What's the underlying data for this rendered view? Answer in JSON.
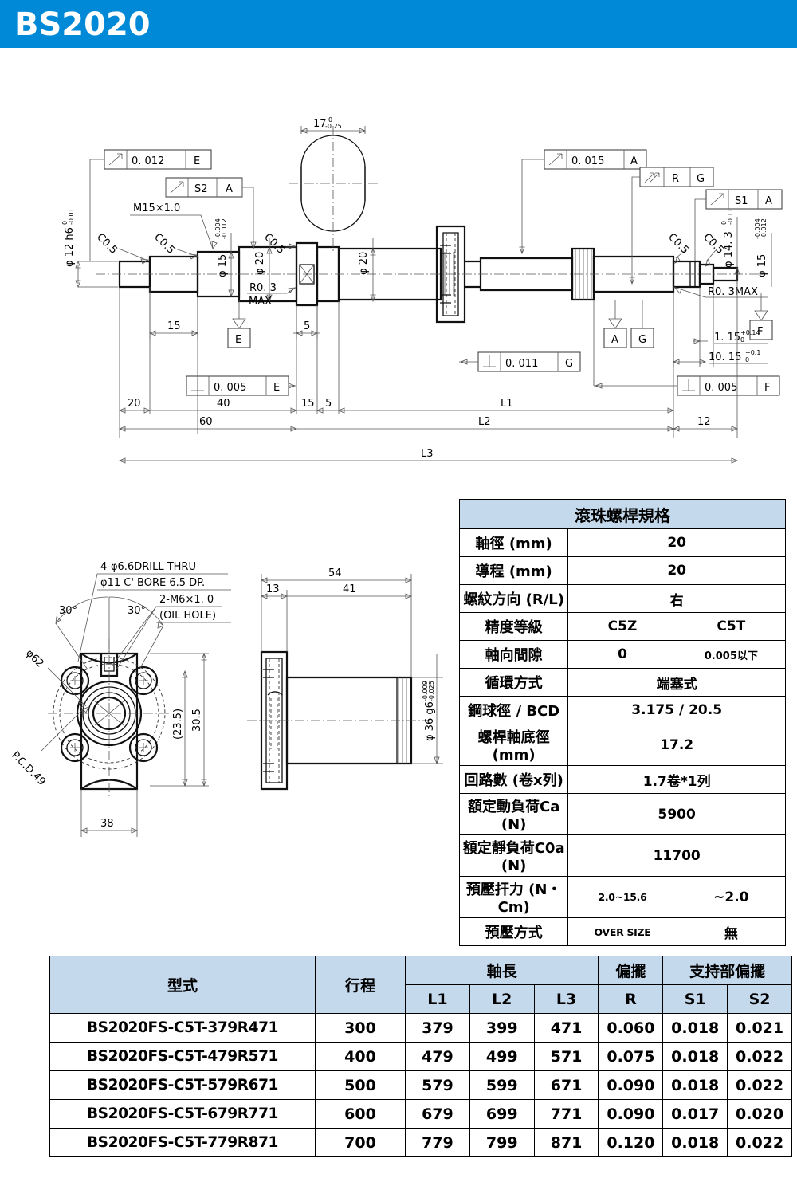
{
  "header": {
    "title": "BS2020",
    "bar_color": "#0089D6"
  },
  "drawing": {
    "top_dims": {
      "width_17": "17",
      "width_17_tol_upper": "0",
      "width_17_tol_lower": "-0.25",
      "phi12": "φ 12 h6",
      "phi12_tol_upper": "0",
      "phi12_tol_lower": "-0.011",
      "thread_m15": "M15×1.0",
      "phi15_left": "φ 15",
      "phi15_left_tol_upper": "-0.004",
      "phi15_left_tol_lower": "-0.012",
      "phi20_a": "φ 20",
      "phi20_b": "φ 20",
      "phi14_3": "φ 14. 3",
      "phi14_3_tol_upper": "0",
      "phi14_3_tol_lower": "-0.11",
      "phi15_right": "φ 15",
      "phi15_right_tol_upper": "-0.004",
      "phi15_right_tol_lower": "-0.012",
      "chamfer": "C0.5"
    },
    "gdt_frames": [
      {
        "id": "frame-s2-a",
        "symbol": "runout-single",
        "value": "S2",
        "datum": "A"
      },
      {
        "id": "frame-0012-e",
        "symbol": "runout-single",
        "value": "0. 012",
        "datum": "E"
      },
      {
        "id": "frame-0015-a",
        "symbol": "runout-single",
        "value": "0. 015",
        "datum": "A"
      },
      {
        "id": "frame-r-g",
        "symbol": "runout-total",
        "value": "R",
        "datum": "G"
      },
      {
        "id": "frame-s1-a",
        "symbol": "runout-single",
        "value": "S1",
        "datum": "A"
      },
      {
        "id": "frame-0011-g",
        "symbol": "perpendicular",
        "value": "0. 011",
        "datum": "G"
      },
      {
        "id": "frame-0005-e",
        "symbol": "perpendicular",
        "value": "0. 005",
        "datum": "E"
      },
      {
        "id": "frame-0005-f",
        "symbol": "perpendicular",
        "value": "0. 005",
        "datum": "F"
      }
    ],
    "datum_boxes": [
      "E",
      "A",
      "G",
      "F"
    ],
    "notes": {
      "r03max_left_l1": "R0. 3",
      "r03max_left_l2": "MAX",
      "r03max_right": "R0. 3MAX"
    },
    "linear_dims": {
      "d15": "15",
      "d5": "5",
      "d20": "20",
      "d40": "40",
      "d15b": "15",
      "d5b": "5",
      "d60": "60",
      "d12": "12",
      "L1": "L1",
      "L2": "L2",
      "L3": "L3",
      "right_115": "1. 15",
      "right_115_tol_upper": "+0.14",
      "right_115_tol_lower": "0",
      "right_1015": "10. 15",
      "right_1015_tol_upper": "+0.1",
      "right_1015_tol_lower": "0"
    }
  },
  "flange_view": {
    "drill_note_line1": "4-φ6.6DRILL  THRU",
    "drill_note_line2": "φ11  C' BORE  6.5  DP.",
    "oil_note_line1": "2-M6×1. 0",
    "oil_note_line2": "(OIL  HOLE)",
    "angle_left": "30°",
    "angle_right": "30°",
    "phi62": "φ62",
    "pcd": "P.C.D.49",
    "width_38": "38",
    "height_305": "30.5",
    "height_235": "(23.5)",
    "nut_total_54": "54",
    "nut_13": "13",
    "nut_41": "41",
    "phi36": "φ 36 g6",
    "phi36_tol_upper": "-0.009",
    "phi36_tol_lower": "-0.025"
  },
  "spec_table": {
    "title": "滾珠螺桿規格",
    "header_fill": "#C5D9ED",
    "rows": [
      {
        "label": "軸徑 (mm)",
        "value": "20",
        "span": true
      },
      {
        "label": "導程 (mm)",
        "value": "20",
        "span": true
      },
      {
        "label": "螺紋方向 (R/L)",
        "value": "右",
        "span": true
      },
      {
        "label": "精度等級",
        "value": "C5Z",
        "value2": "C5T",
        "span": false
      },
      {
        "label": "軸向間隙",
        "value": "0",
        "value2": "0.005以下",
        "span": false
      },
      {
        "label": "循環方式",
        "value": "端塞式",
        "span": true
      },
      {
        "label": "鋼球徑 / BCD",
        "value": "3.175 / 20.5",
        "span": true
      },
      {
        "label": "螺桿軸底徑 (mm)",
        "value": "17.2",
        "span": true
      },
      {
        "label": "回路數 (卷x列)",
        "value": "1.7卷*1列",
        "span": true
      },
      {
        "label": "額定動負荷Ca  (N)",
        "value": "5900",
        "span": true
      },
      {
        "label": "額定靜負荷C0a  (N)",
        "value": "11700",
        "span": true
      },
      {
        "label": "預壓扞力  (N・Cm)",
        "value": "2.0~15.6",
        "value2": "~2.0",
        "span": false
      },
      {
        "label": "預壓方式",
        "value": "OVER SIZE",
        "value2": "無",
        "span": false
      }
    ]
  },
  "model_table": {
    "header_fill": "#C5D9ED",
    "headers": {
      "model": "型式",
      "stroke": "行程",
      "shaft_length": "軸長",
      "runout": "偏擺",
      "support_runout": "支持部偏擺",
      "L1": "L1",
      "L2": "L2",
      "L3": "L3",
      "R": "R",
      "S1": "S1",
      "S2": "S2"
    },
    "rows": [
      {
        "model": "BS2020FS-C5T-379R471",
        "stroke": "300",
        "L1": "379",
        "L2": "399",
        "L3": "471",
        "R": "0.060",
        "S1": "0.018",
        "S2": "0.021"
      },
      {
        "model": "BS2020FS-C5T-479R571",
        "stroke": "400",
        "L1": "479",
        "L2": "499",
        "L3": "571",
        "R": "0.075",
        "S1": "0.018",
        "S2": "0.022"
      },
      {
        "model": "BS2020FS-C5T-579R671",
        "stroke": "500",
        "L1": "579",
        "L2": "599",
        "L3": "671",
        "R": "0.090",
        "S1": "0.018",
        "S2": "0.022"
      },
      {
        "model": "BS2020FS-C5T-679R771",
        "stroke": "600",
        "L1": "679",
        "L2": "699",
        "L3": "771",
        "R": "0.090",
        "S1": "0.017",
        "S2": "0.020"
      },
      {
        "model": "BS2020FS-C5T-779R871",
        "stroke": "700",
        "L1": "779",
        "L2": "799",
        "L3": "871",
        "R": "0.120",
        "S1": "0.018",
        "S2": "0.022"
      }
    ]
  }
}
